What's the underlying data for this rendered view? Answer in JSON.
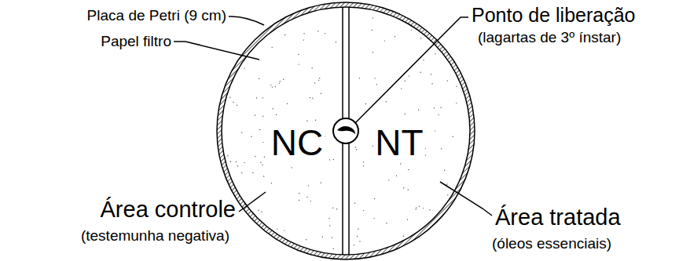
{
  "diagram": {
    "labels": [
      "Placa de Petri (9 cm)",
      "Papel filtro",
      "NC",
      "NT",
      "Ponto de liberação",
      "(lagartas de 3º ínstar)",
      "Área controle",
      "(testemunha negativa)",
      "Área tratada",
      "(óleos essenciais)"
    ]
  }
}
